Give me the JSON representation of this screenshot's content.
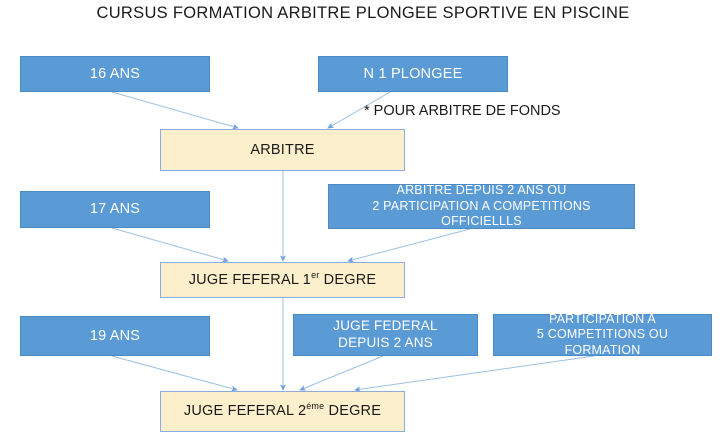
{
  "title": "CURSUS FORMATION ARBITRE PLONGEE SPORTIVE EN PISCINE",
  "note": "* POUR ARBITRE DE FONDS",
  "colors": {
    "blue_fill": "#5B9BD5",
    "blue_border": "#4A8BC6",
    "cream_fill": "#FCEFCB",
    "cream_border": "#8FAADC",
    "arrow": "#8FAADC",
    "text_dark": "#1a1a1a",
    "text_light": "#ffffff",
    "background": "#ffffff"
  },
  "nodes": {
    "age_16": {
      "label": "16 ANS",
      "kind": "condition"
    },
    "n1_plongee": {
      "label": "N 1 PLONGEE",
      "kind": "condition"
    },
    "arbitre": {
      "label": "ARBITRE",
      "kind": "qualification"
    },
    "age_17": {
      "label": "17 ANS",
      "kind": "condition"
    },
    "experience_arbitre": {
      "line1": "ARBITRE DEPUIS 2 ANS OU",
      "line2": "2 PARTICIPATION A COMPETITIONS OFFICIELLLS",
      "kind": "condition"
    },
    "juge_federal_1": {
      "prefix": "JUGE FEFERAL 1",
      "sup": "er",
      "suffix": " DEGRE",
      "kind": "qualification"
    },
    "age_19": {
      "label": "19 ANS",
      "kind": "condition"
    },
    "juge_depuis_2ans": {
      "line1": "JUGE FEDERAL",
      "line2": "DEPUIS 2 ANS",
      "kind": "condition"
    },
    "participation_5": {
      "line1": "PARTICIPATION A",
      "line2": "5 COMPETITIONS OU FORMATION",
      "kind": "condition"
    },
    "juge_federal_2": {
      "prefix": "JUGE FEFERAL 2",
      "sup": "éme",
      "suffix": " DEGRE",
      "kind": "qualification"
    }
  },
  "chart_data": {
    "type": "diagram",
    "title": "CURSUS FORMATION ARBITRE PLONGEE SPORTIVE EN PISCINE",
    "levels": [
      {
        "level": 1,
        "target": "ARBITRE",
        "requirements": [
          "16 ANS",
          "N 1 PLONGEE"
        ],
        "note": "* POUR ARBITRE DE FONDS"
      },
      {
        "level": 2,
        "target": "JUGE FEFERAL 1er DEGRE",
        "requirements": [
          "17 ANS",
          "ARBITRE",
          "ARBITRE DEPUIS 2 ANS OU 2 PARTICIPATION A COMPETITIONS OFFICIELLLS"
        ]
      },
      {
        "level": 3,
        "target": "JUGE FEFERAL 2éme DEGRE",
        "requirements": [
          "19 ANS",
          "JUGE FEFERAL 1er DEGRE",
          "JUGE FEDERAL DEPUIS 2 ANS",
          "PARTICIPATION A 5 COMPETITIONS OU FORMATION"
        ]
      }
    ],
    "edges": [
      {
        "from": "16 ANS",
        "to": "ARBITRE"
      },
      {
        "from": "N 1 PLONGEE",
        "to": "ARBITRE"
      },
      {
        "from": "17 ANS",
        "to": "JUGE FEFERAL 1er DEGRE"
      },
      {
        "from": "ARBITRE",
        "to": "JUGE FEFERAL 1er DEGRE"
      },
      {
        "from": "ARBITRE DEPUIS 2 ANS OU 2 PARTICIPATION A COMPETITIONS OFFICIELLLS",
        "to": "JUGE FEFERAL 1er DEGRE"
      },
      {
        "from": "19 ANS",
        "to": "JUGE FEFERAL 2éme DEGRE"
      },
      {
        "from": "JUGE FEFERAL 1er DEGRE",
        "to": "JUGE FEFERAL 2éme DEGRE"
      },
      {
        "from": "JUGE FEDERAL DEPUIS 2 ANS",
        "to": "JUGE FEFERAL 2éme DEGRE"
      },
      {
        "from": "PARTICIPATION A 5 COMPETITIONS OU FORMATION",
        "to": "JUGE FEFERAL 2éme DEGRE"
      }
    ]
  }
}
